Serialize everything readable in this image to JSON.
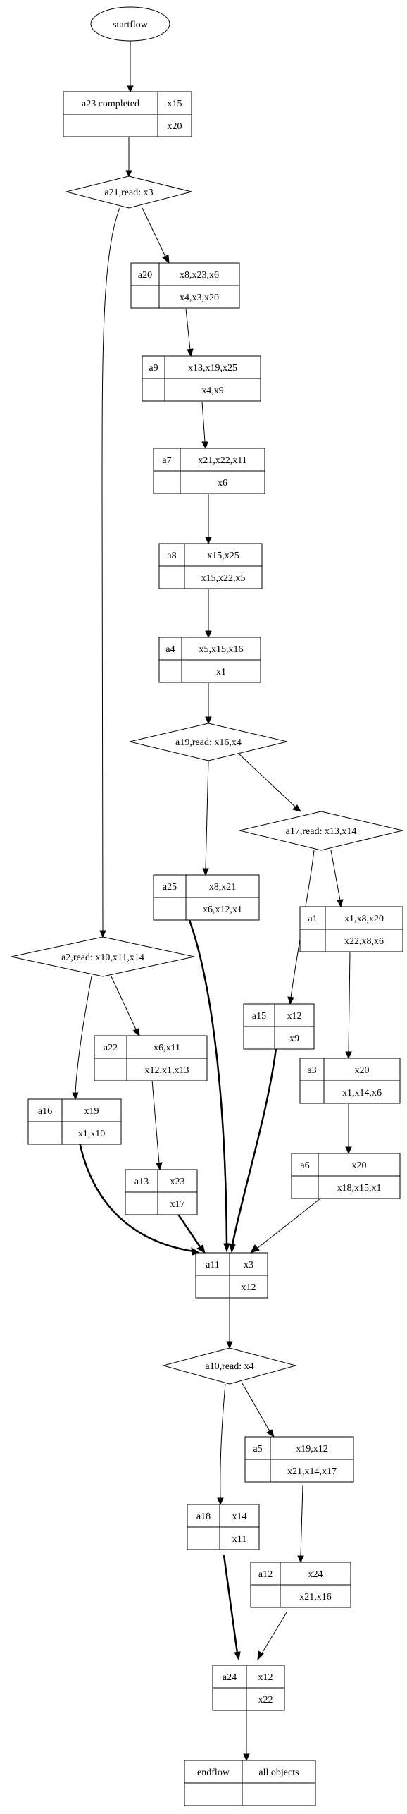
{
  "diagram": {
    "start": "startflow",
    "nodes": {
      "a23": {
        "name": "a23 completed",
        "top": "x15",
        "bottom": "x20"
      },
      "d21": {
        "label": "a21,read: x3"
      },
      "a20": {
        "name": "a20",
        "top": "x8,x23,x6",
        "bottom": "x4,x3,x20"
      },
      "a9": {
        "name": "a9",
        "top": "x13,x19,x25",
        "bottom": "x4,x9"
      },
      "a7": {
        "name": "a7",
        "top": "x21,x22,x11",
        "bottom": "x6"
      },
      "a8": {
        "name": "a8",
        "top": "x15,x25",
        "bottom": "x15,x22,x5"
      },
      "a4": {
        "name": "a4",
        "top": "x5,x15,x16",
        "bottom": "x1"
      },
      "d19": {
        "label": "a19,read: x16,x4"
      },
      "d17": {
        "label": "a17,read: x13,x14"
      },
      "a25": {
        "name": "a25",
        "top": "x8,x21",
        "bottom": "x6,x12,x1"
      },
      "d2": {
        "label": "a2,read: x10,x11,x14"
      },
      "a1": {
        "name": "a1",
        "top": "x1,x8,x20",
        "bottom": "x22,x8,x6"
      },
      "a15": {
        "name": "a15",
        "top": "x12",
        "bottom": "x9"
      },
      "a22": {
        "name": "a22",
        "top": "x6,x11",
        "bottom": "x12,x1,x13"
      },
      "a3": {
        "name": "a3",
        "top": "x20",
        "bottom": "x1,x14,x6"
      },
      "a16": {
        "name": "a16",
        "top": "x19",
        "bottom": "x1,x10"
      },
      "a13": {
        "name": "a13",
        "top": "x23",
        "bottom": "x17"
      },
      "a6": {
        "name": "a6",
        "top": "x20",
        "bottom": "x18,x15,x1"
      },
      "a11": {
        "name": "a11",
        "top": "x3",
        "bottom": "x12"
      },
      "d10": {
        "label": "a10,read: x4"
      },
      "a5": {
        "name": "a5",
        "top": "x19,x12",
        "bottom": "x21,x14,x17"
      },
      "a18": {
        "name": "a18",
        "top": "x14",
        "bottom": "x11"
      },
      "a12": {
        "name": "a12",
        "top": "x24",
        "bottom": "x21,x16"
      },
      "a24": {
        "name": "a24",
        "top": "x12",
        "bottom": "x22"
      },
      "end": {
        "name": "endflow",
        "top": "all objects",
        "bottom": ""
      }
    }
  }
}
